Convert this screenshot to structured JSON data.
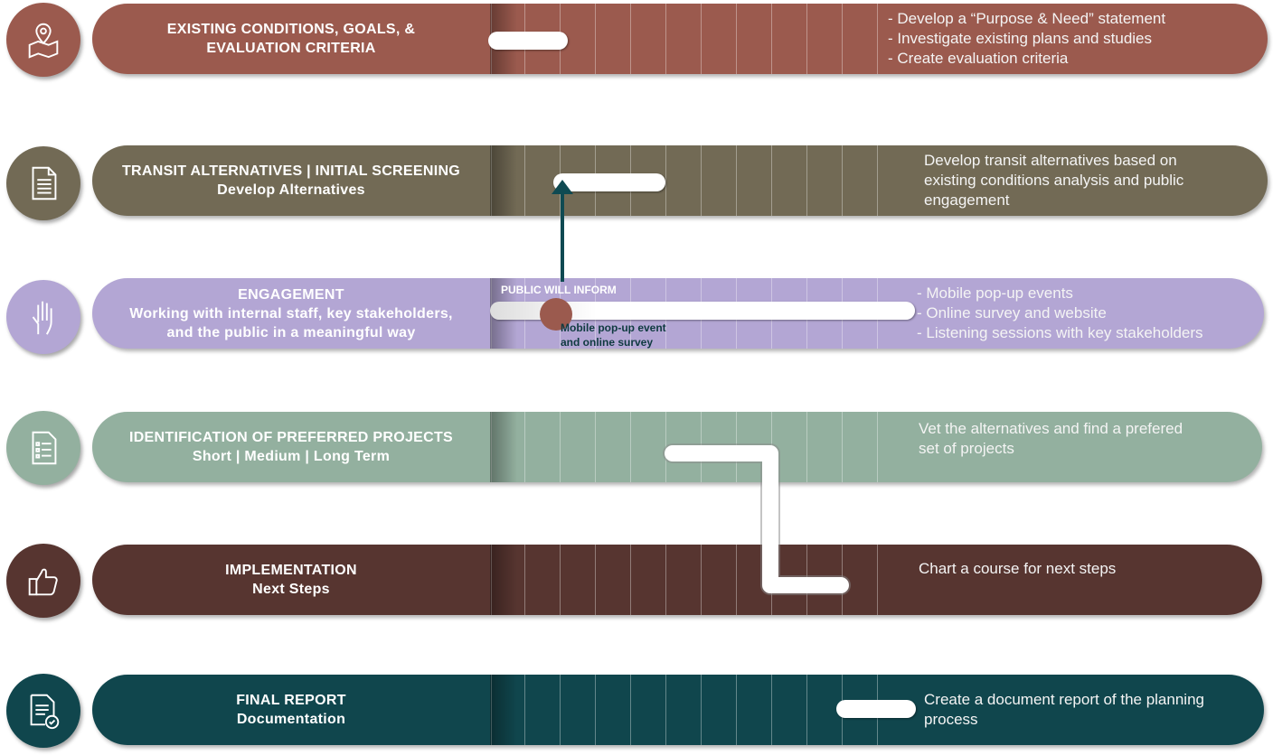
{
  "colors": {
    "existing": "#9b5a4e",
    "transit": "#726a55",
    "engagement": "#b3a6d4",
    "preferred": "#93b09f",
    "implementation": "#573530",
    "final": "#10464d",
    "arrow": "#0f4a52",
    "dot": "#9b5a4e"
  },
  "phases": [
    {
      "title": "EXISTING CONDITIONS, GOALS, &",
      "subtitle": "EVALUATION CRITERIA",
      "icon": "map-pin-icon",
      "items": [
        "- Develop a “Purpose & Need” statement",
        "- Investigate existing plans and studies",
        "- Create evaluation criteria"
      ]
    },
    {
      "title": "TRANSIT ALTERNATIVES | INITIAL SCREENING",
      "subtitle": "Develop Alternatives",
      "icon": "document-icon",
      "items": [
        "Develop transit alternatives based on",
        "existing conditions analysis and public",
        "engagement"
      ]
    },
    {
      "title": "ENGAGEMENT",
      "subtitle": "Working with internal staff, key stakeholders,",
      "subtitle2": "and the public in a meaningful way",
      "icon": "raised-hand-icon",
      "items": [
        "- Mobile pop-up events",
        "- Online survey and website",
        "- Listening sessions with key stakeholders"
      ]
    },
    {
      "title": "IDENTIFICATION OF PREFERRED PROJECTS",
      "subtitle": "Short | Medium | Long Term",
      "icon": "checklist-icon",
      "items": [
        "Vet the alternatives and find a prefered",
        "set of projects"
      ]
    },
    {
      "title": "IMPLEMENTATION",
      "subtitle": "Next Steps",
      "icon": "thumbs-up-icon",
      "items": [
        "Chart a course for next steps"
      ]
    },
    {
      "title": "FINAL REPORT",
      "subtitle": "Documentation",
      "icon": "report-check-icon",
      "items": [
        "Create a document report of the planning",
        "process"
      ]
    }
  ],
  "annotations": {
    "public_inform": "PUBLIC WILL INFORM",
    "popup_line1": "Mobile pop-up event",
    "popup_line2": "and online survey"
  }
}
